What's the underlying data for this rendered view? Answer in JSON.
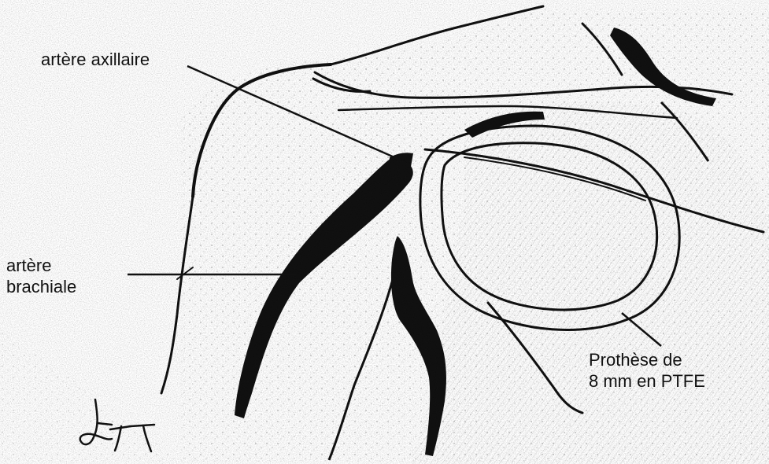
{
  "labels": {
    "arterial_axillary": "artère axillaire",
    "brachial_line1": "artère",
    "brachial_line2": "brachiale",
    "prosthesis_line1": "Prothèse de",
    "prosthesis_line2": "8 mm en PTFE"
  },
  "signature": "ATT",
  "colors": {
    "ink": "#111111",
    "paper": "#ffffff"
  }
}
